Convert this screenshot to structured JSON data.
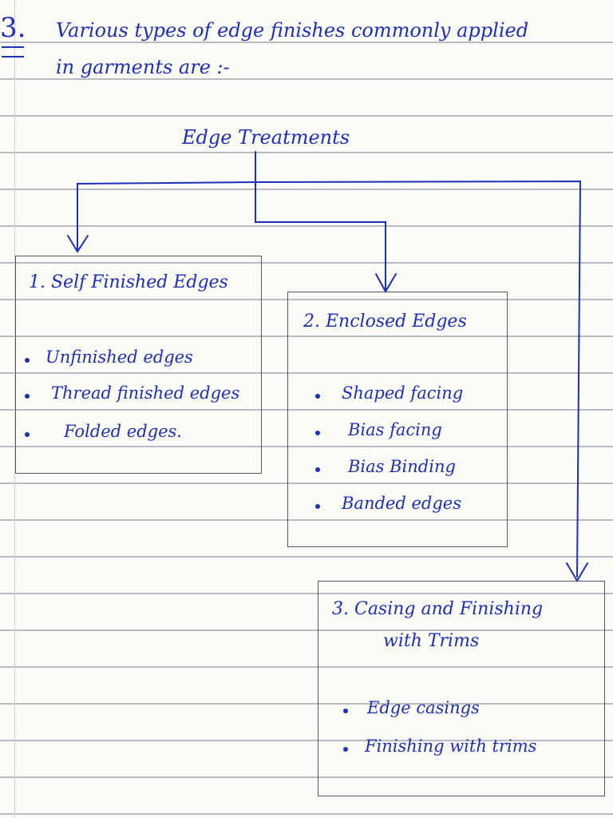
{
  "heading": {
    "number": "3.",
    "line1": "Various types of edge finishes commonly applied",
    "line2": "in garments are :-"
  },
  "root": {
    "label": "Edge Treatments"
  },
  "boxes": [
    {
      "title": "1. Self Finished Edges",
      "items": [
        "Unfinished edges",
        "Thread finished edges",
        "Folded edges."
      ]
    },
    {
      "title": "2. Enclosed Edges",
      "items": [
        "Shaped facing",
        "Bias facing",
        "Bias Binding",
        "Banded edges"
      ]
    },
    {
      "title_line1": "3. Casing and Finishing",
      "title_line2": "with Trims",
      "items": [
        "Edge casings",
        "Finishing with trims"
      ]
    }
  ],
  "colors": {
    "ink": "#1e2fb8",
    "rule": "#b8bcc2",
    "box_border": "#55595f",
    "paper": "#fbfbf8"
  }
}
